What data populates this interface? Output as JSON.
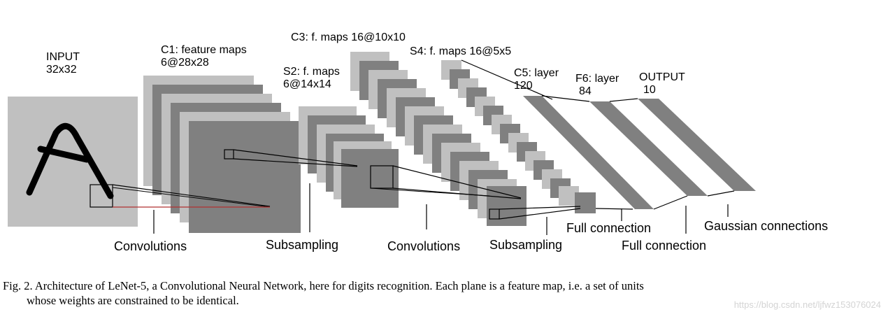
{
  "labels": {
    "input_title": "INPUT",
    "input_size": "32x32",
    "c1_title": "C1: feature maps",
    "c1_size": "6@28x28",
    "s2_title": "S2: f. maps",
    "s2_size": "6@14x14",
    "c3": "C3: f. maps 16@10x10",
    "s4": "S4: f. maps 16@5x5",
    "c5_title": "C5: layer",
    "c5_size": "120",
    "f6_title": "F6: layer",
    "f6_size": "84",
    "output_title": "OUTPUT",
    "output_size": "10"
  },
  "operations": {
    "convolutions_1": "Convolutions",
    "subsampling_1": "Subsampling",
    "convolutions_2": "Convolutions",
    "subsampling_2": "Subsampling",
    "full_connection_1": "Full connection",
    "full_connection_2": "Full connection",
    "gaussian": "Gaussian connections"
  },
  "caption": {
    "line1": "Fig. 2.   Architecture of LeNet-5, a Convolutional Neural Network, here for digits recognition. Each plane is a feature map, i.e. a set of units",
    "line2": "whose weights are constrained to be identical."
  },
  "watermark": "https://blog.csdn.net/ljfwz153076024",
  "colors": {
    "light_gray": "#c0c0c0",
    "dark_gray": "#808080",
    "stroke": "#000000",
    "accent_red": "#b03030"
  }
}
